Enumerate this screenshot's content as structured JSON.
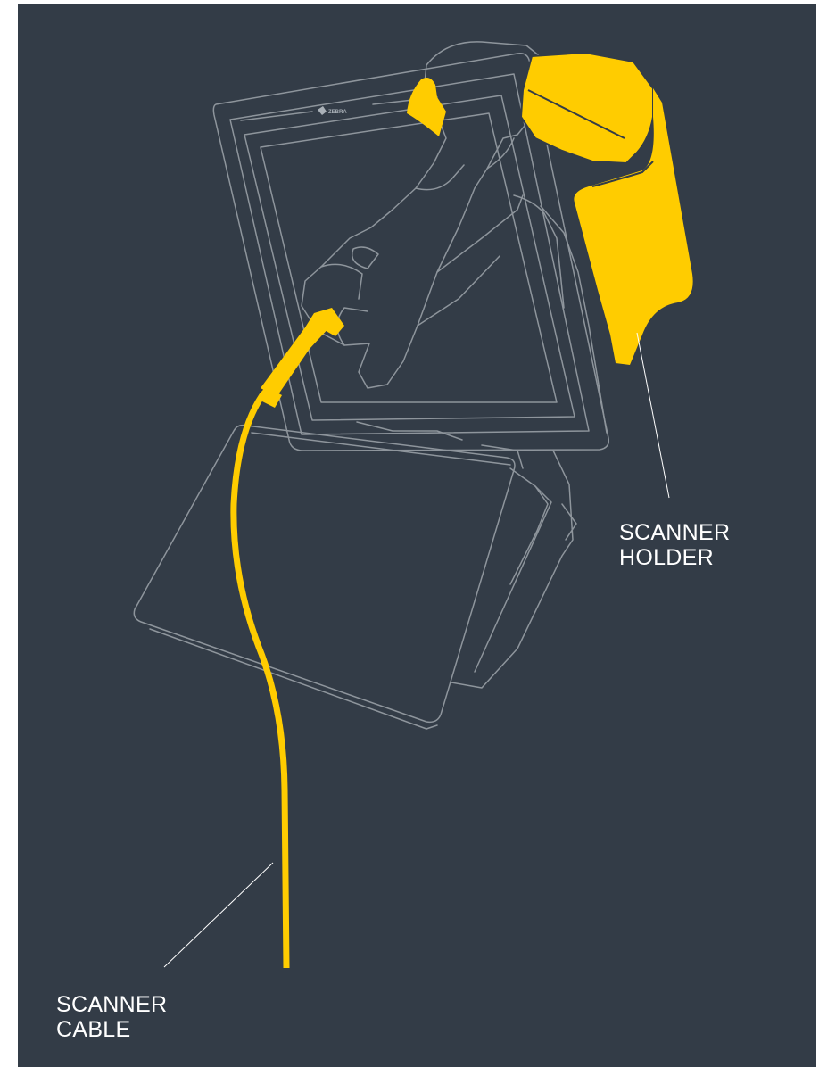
{
  "callouts": {
    "scanner_holder": "SCANNER\nHOLDER",
    "scanner_cable": "SCANNER\nCABLE"
  },
  "logo": {
    "text": "ZEBRA",
    "icon": "zebra-head-icon"
  },
  "colors": {
    "background": "#333c47",
    "outline": "#8e959c",
    "accent": "#ffcc00",
    "leader_line": "#ffffff",
    "page": "#ffffff"
  }
}
